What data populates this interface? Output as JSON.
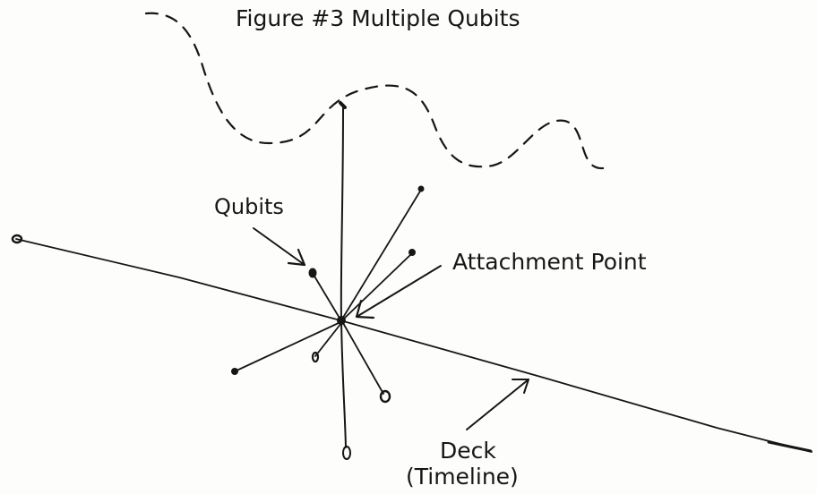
{
  "figure": {
    "title": "Figure #3 Multiple Qubits",
    "labels": {
      "qubits": "Qubits",
      "attachment_point": "Attachment Point",
      "deck": "Deck",
      "timeline": "(Timeline)"
    }
  },
  "colors": {
    "ink": "#161616",
    "paper": "#fdfdfc"
  }
}
